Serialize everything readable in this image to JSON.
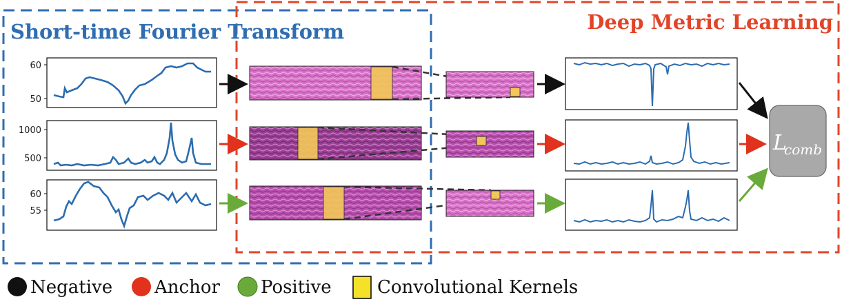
{
  "titles": {
    "stft": "Short-time Fourier Transform",
    "dml": "Deep Metric Learning"
  },
  "colors": {
    "stft_box": "#2f6db2",
    "dml_box": "#e0452a",
    "negative": "#111111",
    "anchor": "#e0321c",
    "positive": "#6aaa3a",
    "kernel": "#f2c65a",
    "signal": "#2b6cb0",
    "loss_block": "#a9a9a9"
  },
  "input_plots": [
    {
      "role": "negative",
      "ticks": [
        "60",
        "50"
      ]
    },
    {
      "role": "anchor",
      "ticks": [
        "1000",
        "500"
      ]
    },
    {
      "role": "positive",
      "ticks": [
        "60",
        "55"
      ]
    }
  ],
  "loss": {
    "symbol": "L",
    "subscript": "comb"
  },
  "legend": [
    {
      "label": "Negative",
      "marker": "black-circle-icon"
    },
    {
      "label": "Anchor",
      "marker": "red-circle-icon"
    },
    {
      "label": "Positive",
      "marker": "green-circle-icon"
    },
    {
      "label": "Convolutional Kernels",
      "marker": "yellow-square-icon"
    }
  ]
}
